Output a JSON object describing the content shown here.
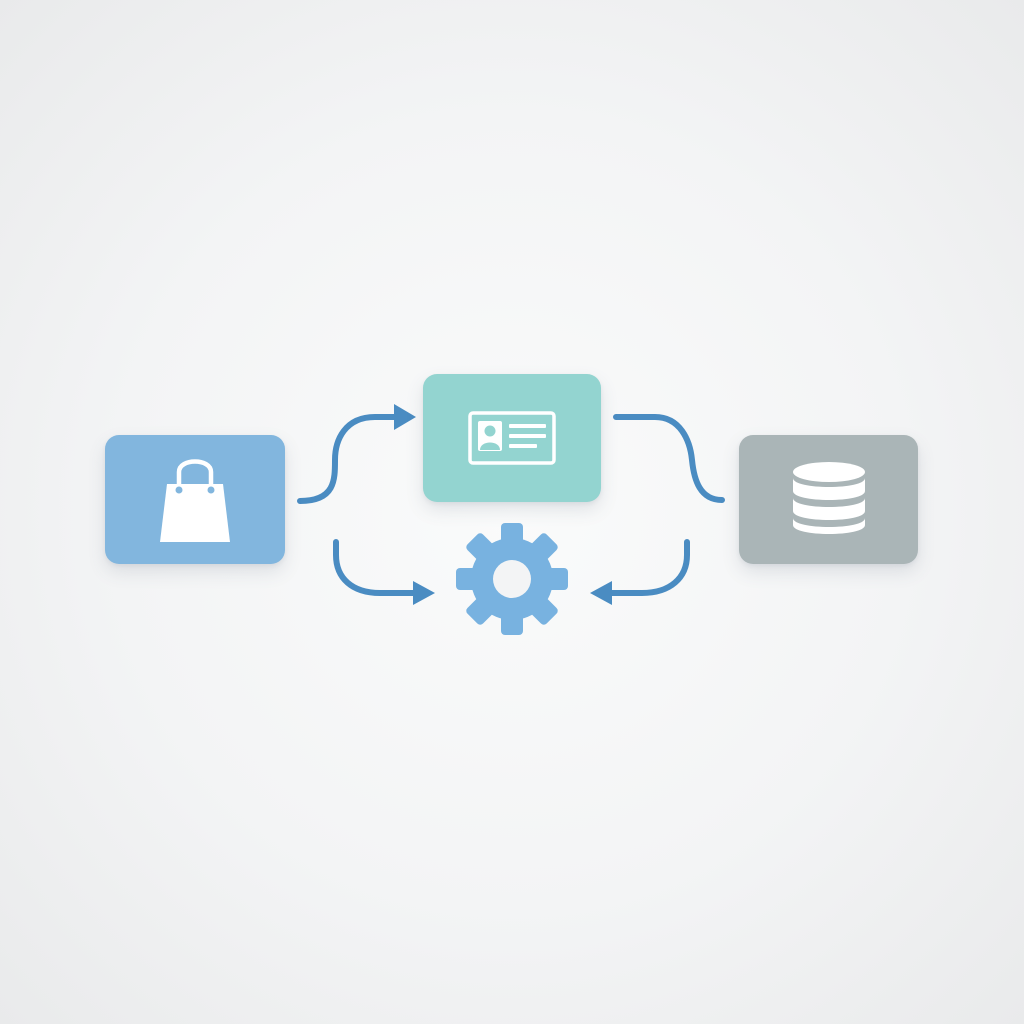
{
  "diagram": {
    "colors": {
      "background": "#f3f4f5",
      "shop_box": "#82b6de",
      "card_box": "#93d4d0",
      "database_box": "#aab5b7",
      "gear": "#78b2e0",
      "arrow": "#4a8cc2",
      "icon_fill": "#ffffff"
    },
    "nodes": [
      {
        "id": "shop",
        "icon": "shopping-bag-icon",
        "color": "#82b6de"
      },
      {
        "id": "profile-card",
        "icon": "id-card-icon",
        "color": "#93d4d0"
      },
      {
        "id": "database",
        "icon": "database-icon",
        "color": "#aab5b7"
      },
      {
        "id": "processing",
        "icon": "gear-icon",
        "color": "#78b2e0"
      }
    ],
    "connections": [
      {
        "from": "shop",
        "to": "profile-card"
      },
      {
        "from": "profile-card",
        "to": "database"
      },
      {
        "from": "shop",
        "to": "processing"
      },
      {
        "from": "database",
        "to": "processing"
      }
    ]
  }
}
